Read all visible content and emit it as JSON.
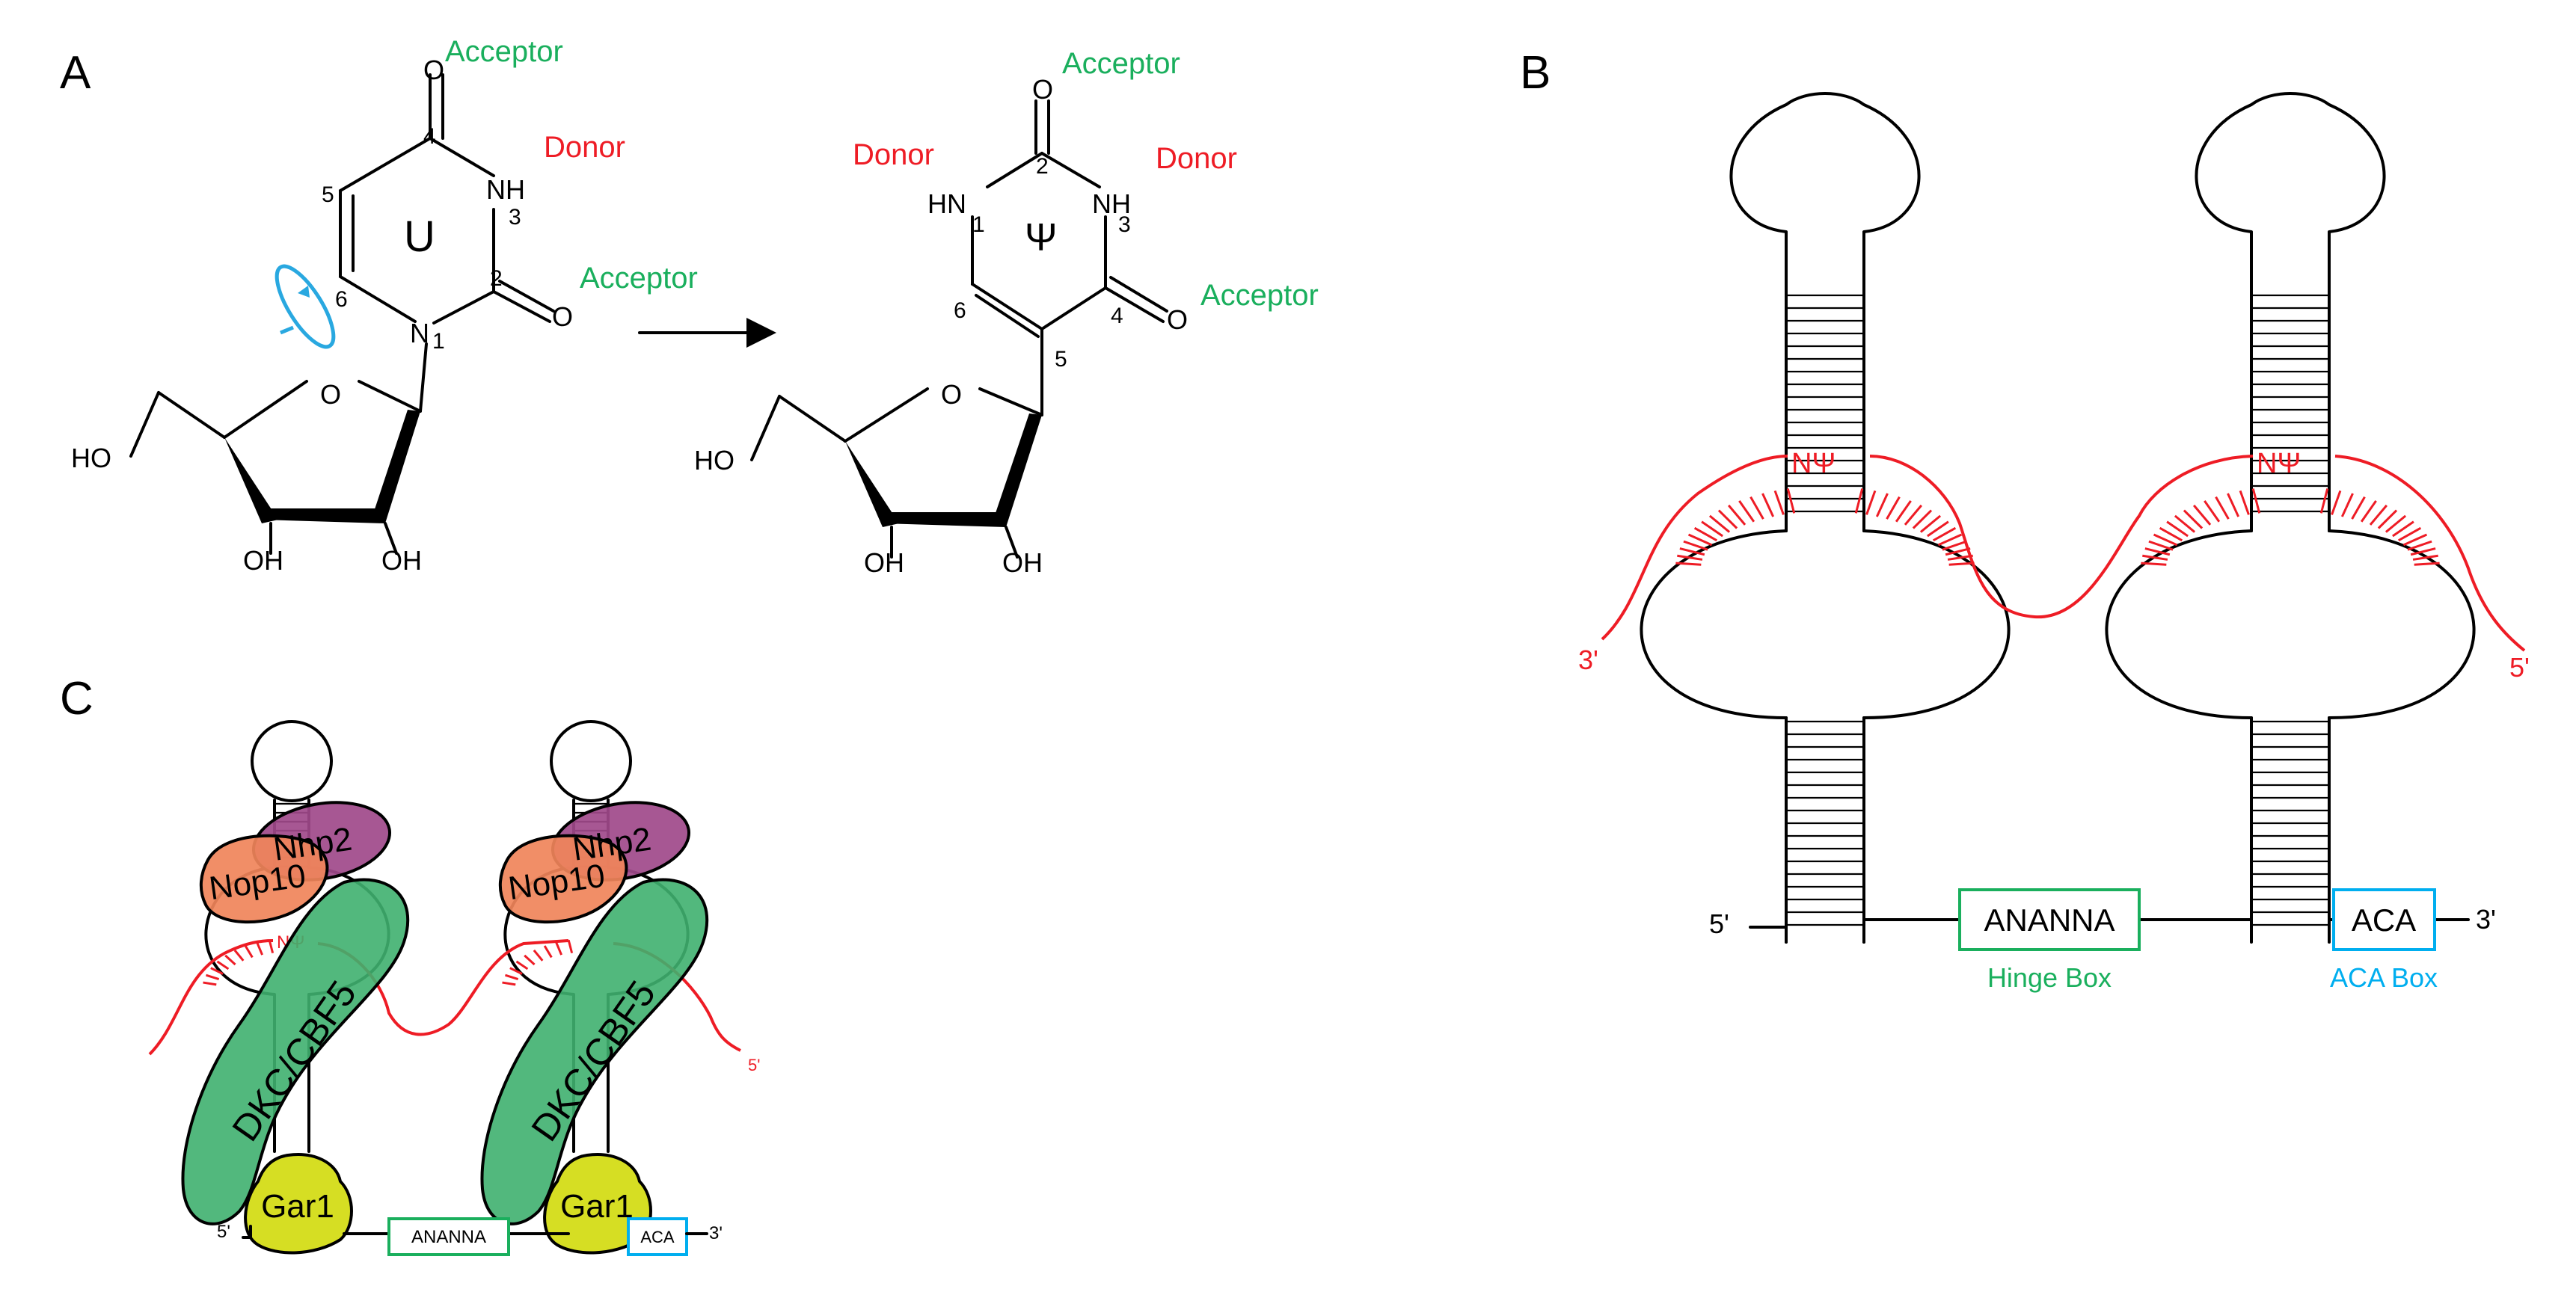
{
  "panels": {
    "a": "A",
    "b": "B",
    "c": "C"
  },
  "panel_a": {
    "acceptor": "Acceptor",
    "donor": "Donor",
    "uridine": {
      "base_symbol": "U",
      "o": "O",
      "nh": "NH",
      "n": "N",
      "ho": "HO",
      "oh": "OH",
      "pos_4": "4",
      "pos_5": "5",
      "pos_3": "3",
      "pos_2": "2",
      "pos_6": "6",
      "pos_1": "1"
    },
    "pseudouridine": {
      "base_symbol": "Ψ",
      "o": "O",
      "hn": "HN",
      "nh": "NH",
      "ho": "HO",
      "oh": "OH",
      "pos_2": "2",
      "pos_1": "1",
      "pos_3": "3",
      "pos_6": "6",
      "pos_4": "4",
      "pos_5": "5"
    }
  },
  "panel_b": {
    "pseudo_site": "NΨ",
    "end_3_guide": "3'",
    "end_5_guide": "5'",
    "end_5": "5'",
    "end_3": "3'",
    "hinge_seq": "ANANNA",
    "hinge_label": "Hinge Box",
    "aca_seq": "ACA",
    "aca_label": "ACA Box"
  },
  "panel_c": {
    "nhp2": "Nhp2",
    "nop10": "Nop10",
    "dkc": "DKC/CBF5",
    "gar1": "Gar1",
    "pseudo_site": "NΨ",
    "end_5": "5'",
    "end_5_guide": "5'",
    "end_3": "3'",
    "hinge_seq": "ANANNA",
    "aca_seq": "ACA"
  },
  "colors": {
    "acceptor": "#1aaf5d",
    "donor": "#ee1c25",
    "guide_rna": "#ee1c25",
    "hinge_box": "#1aaf5d",
    "aca_box": "#00aeef",
    "nhp2": "#a0498a",
    "nop10": "#f0845a",
    "dkc": "#3fb06f",
    "gar1": "#d6de23"
  }
}
